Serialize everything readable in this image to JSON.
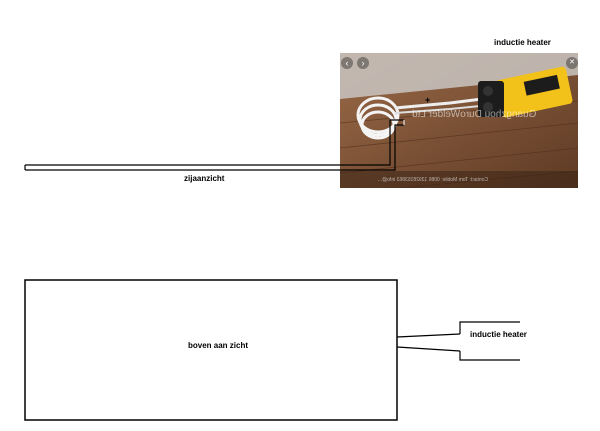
{
  "labels": {
    "top_heater": "inductie heater",
    "side_view": "zijaanzicht",
    "top_view": "boven aan zicht",
    "bottom_heater": "inductie heater"
  },
  "photo": {
    "watermark": "Guangzhou DuroWelder Ltd",
    "caption": "Contact: Tom  Mobile: 0086 13928153863  info@...",
    "plus_sign": "+",
    "prev_glyph": "‹",
    "next_glyph": "›",
    "close_glyph": "✕",
    "colors": {
      "floor": "#8a5a3c",
      "floor_dark": "#5e3a24",
      "wall": "#c9c6c2",
      "heater_body": "#f2c21a",
      "heater_dark": "#1c1c1c",
      "coil": "#f4f4f4"
    }
  }
}
